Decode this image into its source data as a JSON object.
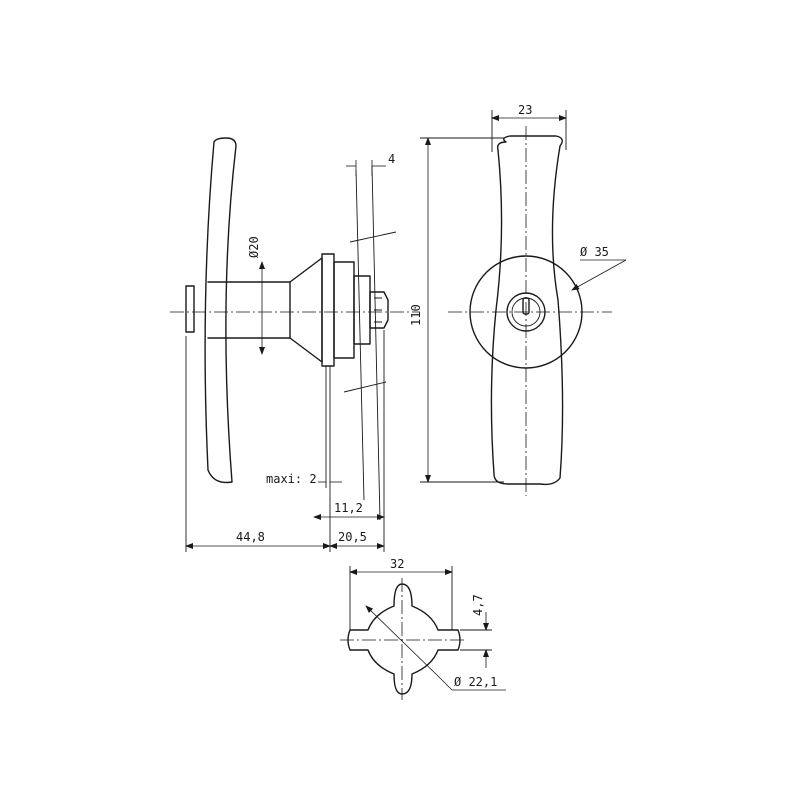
{
  "labels": {
    "dia_20": "Ø20",
    "dim_4": "4",
    "dim_23": "23",
    "dia_35": "Ø 35",
    "dim_110": "110",
    "maxi_2": "maxi: 2",
    "dim_11_2": "11,2",
    "dim_44_8": "44,8",
    "dim_20_5": "20,5",
    "dim_32": "32",
    "dim_4_7": "4,7",
    "dia_22_1": "Ø 22,1"
  }
}
